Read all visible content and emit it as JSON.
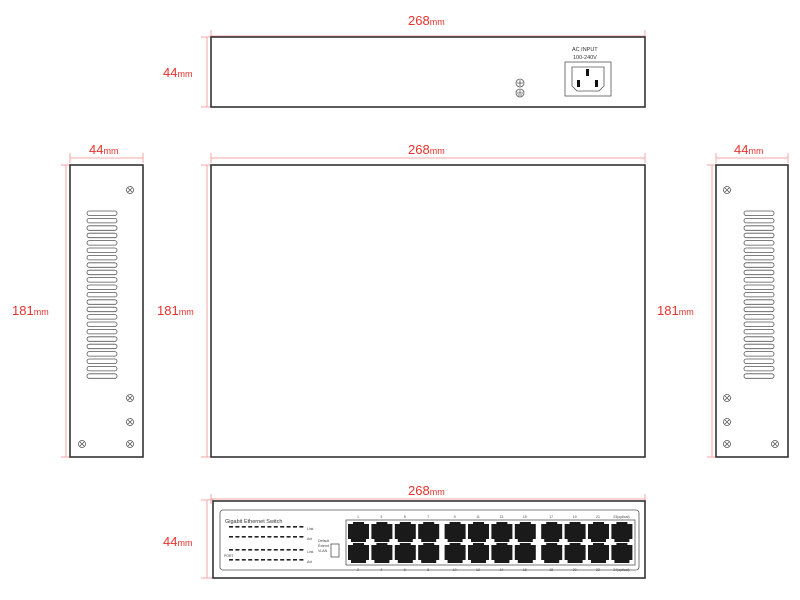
{
  "colors": {
    "dimension": "#e8322d",
    "dimension_line": "#f4a5a3",
    "outline": "#333333",
    "port": "#1a1a1a"
  },
  "dimensions": {
    "rear_width": "268",
    "rear_height": "44",
    "side_left_width": "44",
    "side_left_height": "181",
    "top_width": "268",
    "top_height": "181",
    "side_right_width": "44",
    "side_right_height": "181",
    "front_width": "268",
    "front_height": "44",
    "unit": "mm"
  },
  "rear_panel": {
    "power_label_line1": "AC INPUT",
    "power_label_line2": "100-240V"
  },
  "front_panel": {
    "title": "Gigabit Ethernet Switch",
    "led_labels": [
      "Link",
      "Act",
      "Link",
      "Act"
    ],
    "port_heading": "PORT",
    "top_port_labels": [
      "1",
      "3",
      "5",
      "7",
      "9",
      "11",
      "13",
      "15",
      "17",
      "19",
      "21",
      "23(optical)"
    ],
    "bottom_port_labels": [
      "2",
      "4",
      "6",
      "8",
      "10",
      "12",
      "14",
      "16",
      "18",
      "20",
      "22",
      "24(optical)"
    ],
    "switch_labels": [
      "Default",
      "Extend",
      "VLAN"
    ]
  }
}
